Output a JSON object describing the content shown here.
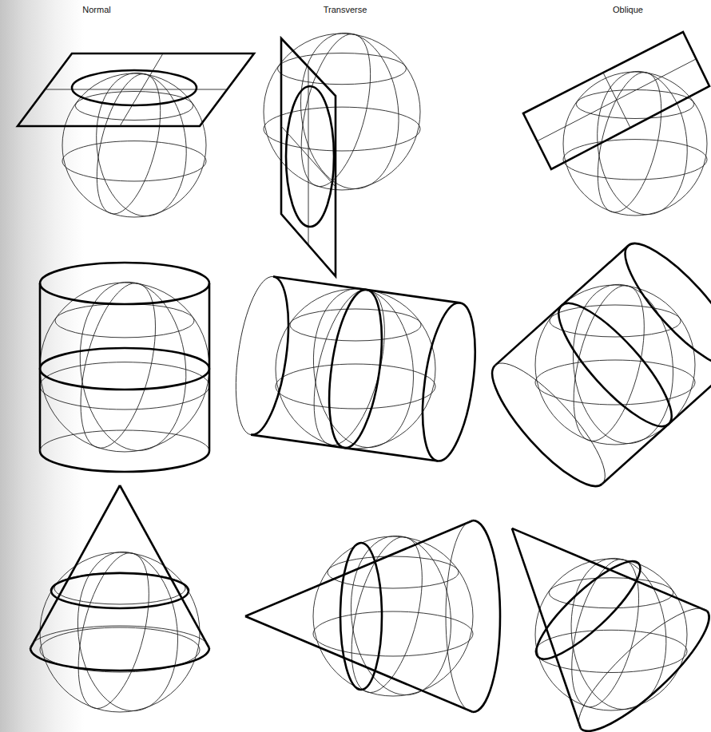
{
  "diagram": {
    "labels": [
      "Normal",
      "Transverse",
      "Oblique"
    ]
  }
}
